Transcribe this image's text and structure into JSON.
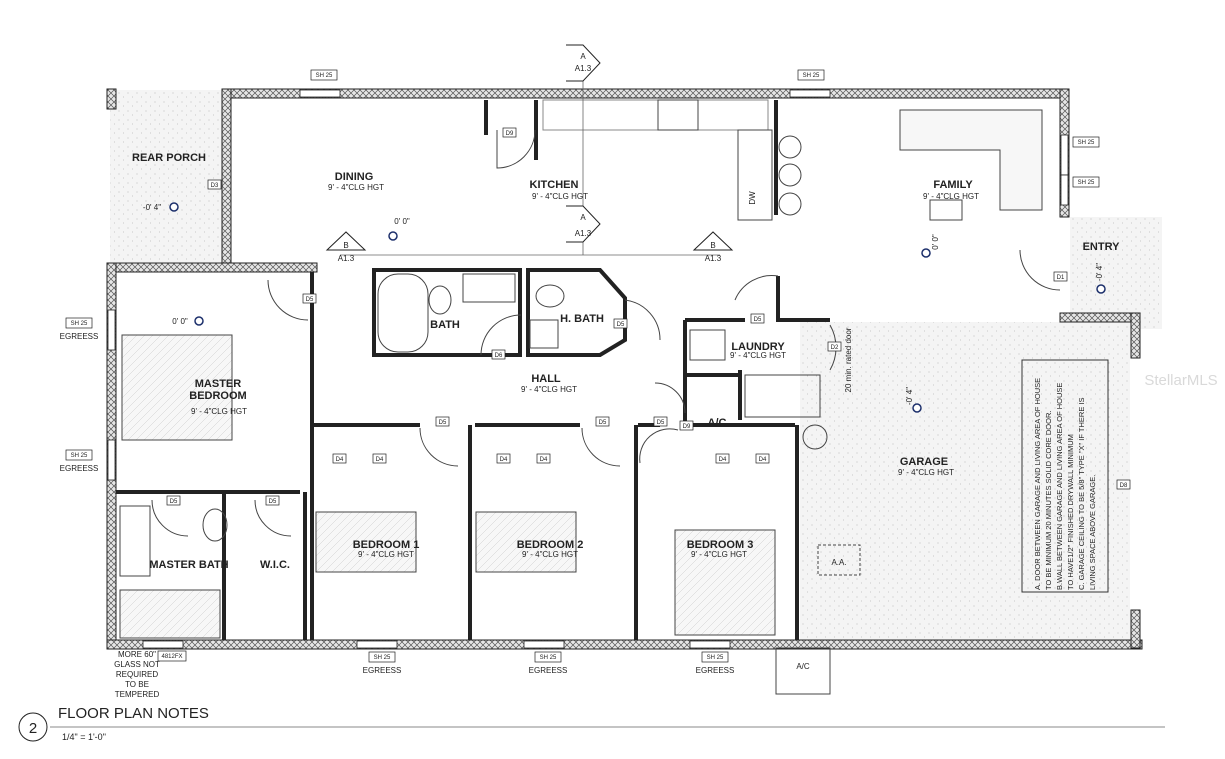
{
  "rooms": [
    {
      "key": "rear_porch",
      "name": "REAR PORCH",
      "height": ""
    },
    {
      "key": "dining",
      "name": "DINING",
      "height": "9' - 4\"CLG HGT"
    },
    {
      "key": "kitchen",
      "name": "KITCHEN",
      "height": "9' - 4\"CLG HGT"
    },
    {
      "key": "family",
      "name": "FAMILY",
      "height": "9' - 4\"CLG HGT"
    },
    {
      "key": "entry",
      "name": "ENTRY",
      "height": ""
    },
    {
      "key": "bath",
      "name": "BATH",
      "height": ""
    },
    {
      "key": "h_bath",
      "name": "H. BATH",
      "height": ""
    },
    {
      "key": "laundry",
      "name": "LAUNDRY",
      "height": "9' - 4\"CLG HGT"
    },
    {
      "key": "ac",
      "name": "A/C",
      "height": ""
    },
    {
      "key": "hall",
      "name": "HALL",
      "height": "9' - 4\"CLG HGT"
    },
    {
      "key": "master_bedroom_1",
      "name": "MASTER",
      "height": ""
    },
    {
      "key": "master_bedroom_2",
      "name": "BEDROOM",
      "height": "9' - 4\"CLG HGT"
    },
    {
      "key": "garage",
      "name": "GARAGE",
      "height": "9' - 4\"CLG HGT"
    },
    {
      "key": "master_bath",
      "name": "MASTER BATH",
      "height": ""
    },
    {
      "key": "wic",
      "name": "W.I.C.",
      "height": ""
    },
    {
      "key": "bedroom1",
      "name": "BEDROOM 1",
      "height": "9' - 4\"CLG HGT"
    },
    {
      "key": "bedroom2",
      "name": "BEDROOM 2",
      "height": "9' - 4\"CLG HGT"
    },
    {
      "key": "bedroom3",
      "name": "BEDROOM 3",
      "height": "9' - 4\"CLG HGT"
    }
  ],
  "door_tags": [
    "D9",
    "D3",
    "D5",
    "D6",
    "D5",
    "D5",
    "D2",
    "D1",
    "D9",
    "D5",
    "D5",
    "D5",
    "D4",
    "D4",
    "D4",
    "D4",
    "D4",
    "D4",
    "D5",
    "D5",
    "D8"
  ],
  "window_tags": [
    {
      "text": "SH 25",
      "note": ""
    },
    {
      "text": "SH 25",
      "note": ""
    },
    {
      "text": "SH 25",
      "note": ""
    },
    {
      "text": "SH 25",
      "note": ""
    },
    {
      "text": "SH 25",
      "note": "EGREESS"
    },
    {
      "text": "SH 25",
      "note": "EGREESS"
    },
    {
      "text": "4812FX",
      "note": ""
    },
    {
      "text": "SH 25",
      "note": "EGREESS"
    },
    {
      "text": "SH 25",
      "note": "EGREESS"
    },
    {
      "text": "SH 25",
      "note": "EGREESS"
    }
  ],
  "section_markers": [
    {
      "letter": "A",
      "sheet": "A1.3"
    },
    {
      "letter": "A",
      "sheet": "A1.3"
    },
    {
      "letter": "B",
      "sheet": "A1.3"
    },
    {
      "letter": "B",
      "sheet": "A1.3"
    }
  ],
  "elevations": [
    "-0' 4\"",
    "0' 0\"",
    "0' 0\"",
    "0' 0\"",
    "-0' 4\"",
    "-0' 4\""
  ],
  "labels": {
    "dw": "DW",
    "aa": "A.A.",
    "ac_unit": "A/C",
    "rated_door": "20 min. rated door",
    "glass_note": [
      "MORE 60\"",
      "GLASS NOT",
      "REQUIRED",
      "TO BE",
      "TEMPERED"
    ],
    "watermark": "StellarMLS"
  },
  "garage_notes": [
    "A. DOOR BETWEEN GARAGE AND LIVING AREA OF HOUSE",
    "TO BE MINIMUM 20 MINUTES SOLID CORE DOOR.",
    "B.WALL BETWEEN GARAGE AND LIVING AREA OF HOUSE",
    "TO HAVE1/2\" FINISHED DRYWALL MINIMUM",
    "C. GARAGE CEILING TO BE 5/8\" TYPE \"X\" IF THERE IS",
    "LIVING SPACE ABOVE GARAGE."
  ],
  "title_block": {
    "number": "2",
    "title": "FLOOR PLAN NOTES",
    "scale": "1/4\" = 1'-0\""
  },
  "colors": {
    "wall": "#2a2a2a",
    "hatch_bg": "#e4e4e4",
    "slab": "#f3f3f3",
    "line": "#333333"
  }
}
